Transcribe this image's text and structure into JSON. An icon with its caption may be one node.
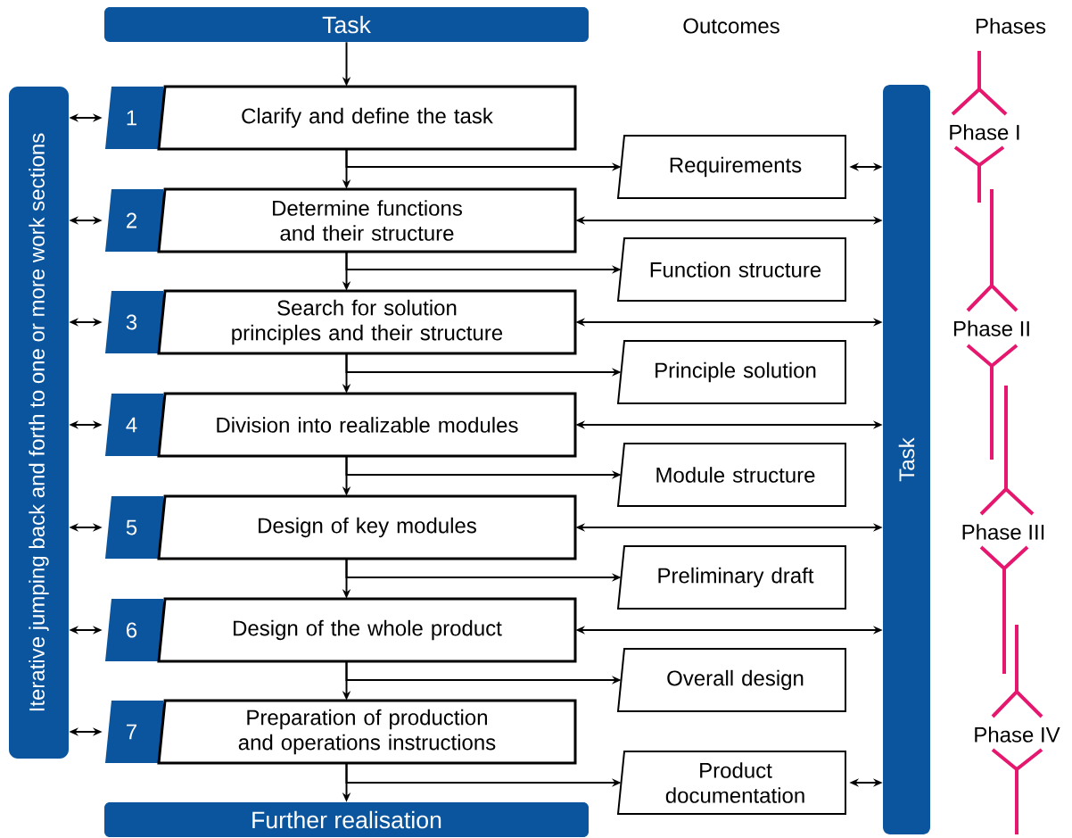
{
  "diagram": {
    "nodes": [
      {
        "text": [
          "Task"
        ]
      },
      {
        "text": [
          "Iterative jumping back and forth to one or more work sections"
        ]
      },
      {
        "text": [
          "Task"
        ]
      },
      {
        "text": [
          "1"
        ]
      },
      {
        "text": [
          "Clarify and define the task"
        ]
      },
      {
        "text": [
          "Requirements"
        ]
      },
      {
        "text": [
          "2"
        ]
      },
      {
        "text": [
          "Determine functions and their structure"
        ]
      },
      {
        "text": [
          "Function structure"
        ]
      },
      {
        "text": [
          "3"
        ]
      },
      {
        "text": [
          "Search for solution principles and their structure"
        ]
      },
      {
        "text": [
          "Principle solution"
        ]
      },
      {
        "text": [
          "4"
        ]
      },
      {
        "text": [
          "Division into realizable modules"
        ]
      },
      {
        "text": [
          "Module structure"
        ]
      },
      {
        "text": [
          "5"
        ]
      },
      {
        "text": [
          "Design of key modules"
        ]
      },
      {
        "text": [
          "Preliminary draft"
        ]
      },
      {
        "text": [
          "6"
        ]
      },
      {
        "text": [
          "Design of the whole product"
        ]
      },
      {
        "text": [
          "Overall design"
        ]
      },
      {
        "text": [
          "7"
        ]
      },
      {
        "text": [
          "Preparation of production and operations instructions"
        ]
      },
      {
        "text": [
          "Product documentation"
        ]
      },
      {
        "text": [
          "Further realisation"
        ]
      }
    ],
    "edges": [
      {
        "from": 0,
        "to": 4,
        "arrow": "to"
      },
      {
        "from": 1,
        "to": 3,
        "arrow": "both"
      },
      {
        "from": 1,
        "to": 6,
        "arrow": "both"
      },
      {
        "from": 1,
        "to": 9,
        "arrow": "both"
      },
      {
        "from": 1,
        "to": 12,
        "arrow": "both"
      },
      {
        "from": 1,
        "to": 15,
        "arrow": "both"
      },
      {
        "from": 1,
        "to": 18,
        "arrow": "both"
      },
      {
        "from": 1,
        "to": 21,
        "arrow": "both"
      },
      {
        "from": 4,
        "to": 7,
        "arrow": "to"
      },
      {
        "from": 7,
        "to": 10,
        "arrow": "to"
      },
      {
        "from": 10,
        "to": 13,
        "arrow": "to"
      },
      {
        "from": 13,
        "to": 16,
        "arrow": "to"
      },
      {
        "from": 16,
        "to": 19,
        "arrow": "to"
      },
      {
        "from": 19,
        "to": 22,
        "arrow": "to"
      },
      {
        "from": 22,
        "to": 24,
        "arrow": "to"
      },
      {
        "from": 4,
        "to": 5,
        "arrow": "to"
      },
      {
        "from": 7,
        "to": 8,
        "arrow": "to"
      },
      {
        "from": 10,
        "to": 11,
        "arrow": "to"
      },
      {
        "from": 13,
        "to": 14,
        "arrow": "to"
      },
      {
        "from": 16,
        "to": 17,
        "arrow": "to"
      },
      {
        "from": 19,
        "to": 20,
        "arrow": "to"
      },
      {
        "from": 22,
        "to": 23,
        "arrow": "to"
      },
      {
        "from": 5,
        "to": 2,
        "arrow": "both"
      },
      {
        "from": 7,
        "to": 2,
        "arrow": "both"
      },
      {
        "from": 10,
        "to": 2,
        "arrow": "both"
      },
      {
        "from": 13,
        "to": 2,
        "arrow": "both"
      },
      {
        "from": 16,
        "to": 2,
        "arrow": "both"
      },
      {
        "from": 19,
        "to": 2,
        "arrow": "both"
      },
      {
        "from": 23,
        "to": 2,
        "arrow": "both"
      }
    ],
    "labels": [
      "Outcomes",
      "Phases",
      "Phase I",
      "Phase II",
      "Phase III",
      "Phase IV"
    ]
  }
}
